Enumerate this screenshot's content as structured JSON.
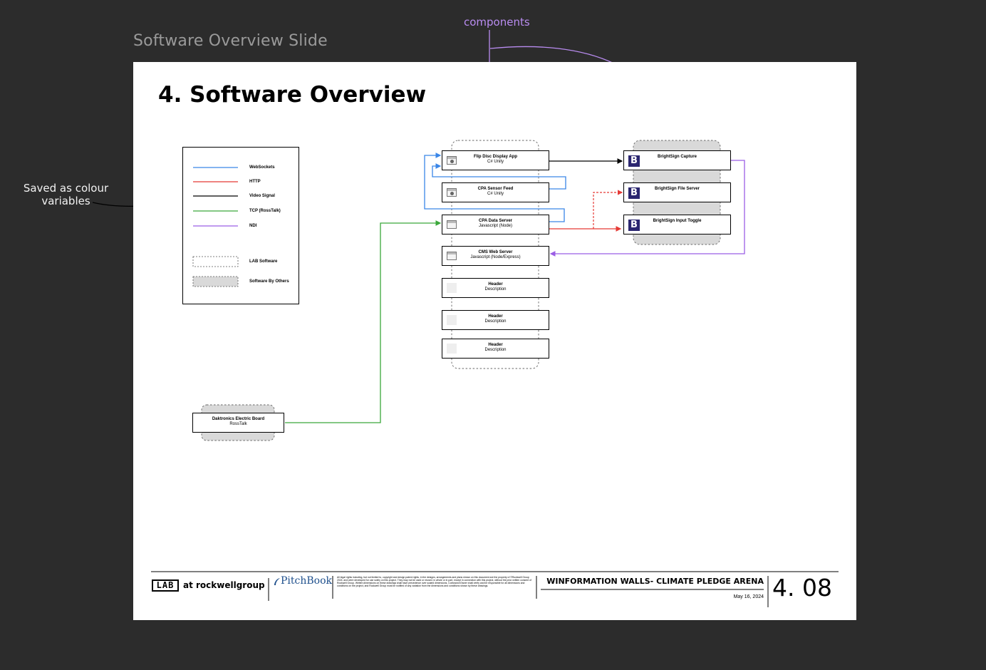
{
  "canvas": {
    "frame_label": "Software Overview Slide",
    "notes": {
      "components": "components",
      "colour_variables": "Saved as colour variables"
    }
  },
  "slide": {
    "title": "4. Software Overview",
    "legend": {
      "items": [
        {
          "label": "WebSockets",
          "color": "#3a86e8",
          "style": "solid"
        },
        {
          "label": "HTTP",
          "color": "#e53935",
          "style": "solid"
        },
        {
          "label": "Video Signal",
          "color": "#000000",
          "style": "solid"
        },
        {
          "label": "TCP (RossTalk)",
          "color": "#3aa83a",
          "style": "solid"
        },
        {
          "label": "NDI",
          "color": "#9b5de5",
          "style": "solid"
        }
      ],
      "boxes": [
        {
          "label": "LAB Software",
          "fill": "#ffffff",
          "style": "dashed"
        },
        {
          "label": "Software By Others",
          "fill": "#d9d9d9",
          "style": "dashed"
        }
      ]
    },
    "components": {
      "flip_disc": {
        "title": "Flip Disc Display App",
        "subtitle": "C# Unity",
        "icon": "app-window-icon"
      },
      "sensor_feed": {
        "title": "CPA Sensor Feed",
        "subtitle": "C# Unity",
        "icon": "app-window-icon"
      },
      "data_server": {
        "title": "CPA Data Server",
        "subtitle": "Javascript (Node)",
        "icon": "app-window-icon"
      },
      "cms_server": {
        "title": "CMS Web Server",
        "subtitle": "Javascript (Node/Express)",
        "icon": "app-window-icon"
      },
      "header1": {
        "title": "Header",
        "subtitle": "Description",
        "icon": "placeholder-icon"
      },
      "header2": {
        "title": "Header",
        "subtitle": "Description",
        "icon": "placeholder-icon"
      },
      "header3": {
        "title": "Header",
        "subtitle": "Description",
        "icon": "placeholder-icon"
      },
      "bs_capture": {
        "title": "BrightSign Capture",
        "subtitle": "",
        "icon": "brightsign-icon"
      },
      "bs_file": {
        "title": "BrightSign File Server",
        "subtitle": "",
        "icon": "brightsign-icon"
      },
      "bs_toggle": {
        "title": "BrightSign Input Toggle",
        "subtitle": "",
        "icon": "brightsign-icon"
      },
      "daktronics": {
        "title": "Daktronics Electric Board",
        "subtitle": "RossTalk",
        "icon": ""
      }
    },
    "footer": {
      "logo_lab": "LAB",
      "logo_rest": "at rockwellgroup",
      "pitchbook": "PitchBook",
      "legal": "All legal rights including, but not limited to, copyright and design patent rights, in the designs, arrangements and plans shown on this document are the property of ©Rockwell Group 2024, and were developed for use solely on this project. They may not be used or reused, in whole or in part, except in connection with this project, without the prior written consent of Rockwell Group. Written dimensions on these drawings shall have precedence over scaled dimensions. Contractor/Owner shall verify and be responsible for all dimensions and conditions on the project, and Rockwell Group must be notified of any variation from the dimensions and conditions shown by these drawings.",
      "project": "WINFORMATION WALLS- CLIMATE PLEDGE ARENA",
      "date": "May 16, 2024",
      "page_number": "4. 08"
    }
  }
}
